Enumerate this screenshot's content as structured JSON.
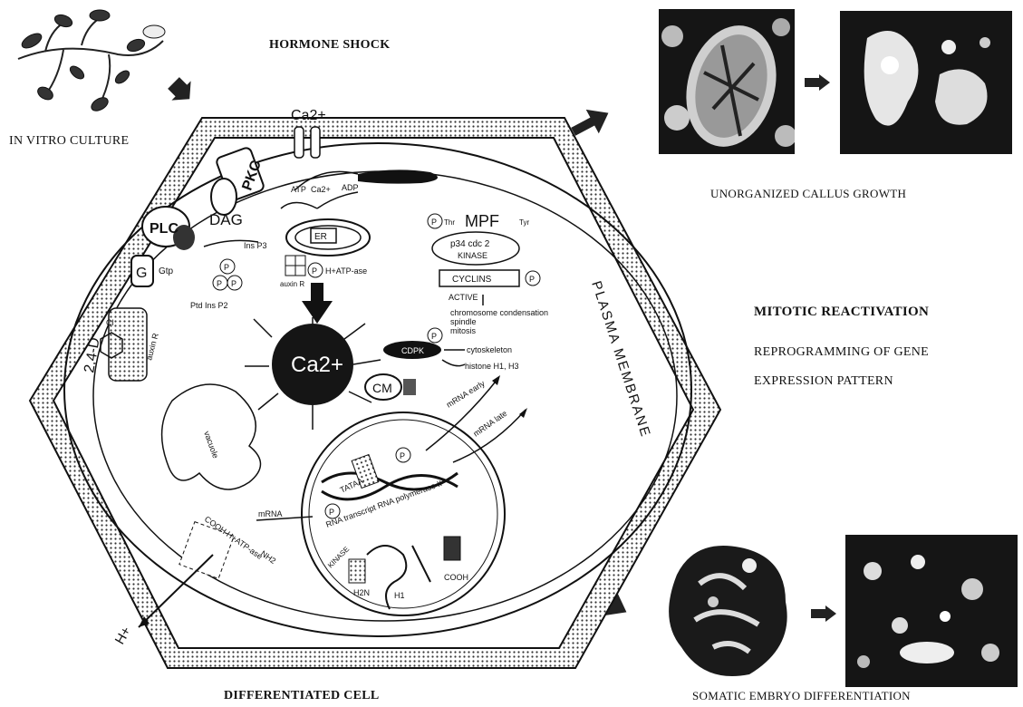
{
  "captions": {
    "in_vitro_culture": "IN VITRO CULTURE",
    "hormone_shock": "HORMONE SHOCK",
    "unorganized_callus_growth": "UNORGANIZED CALLUS GROWTH",
    "mitotic_reactivation": "MITOTIC REACTIVATION",
    "reprogramming_line1": "REPROGRAMMING OF GENE",
    "reprogramming_line2": "EXPRESSION PATTERN",
    "differentiated_cell": "DIFFERENTIATED CELL",
    "somatic_embryo": "SOMATIC EMBRYO DIFFERENTIATION"
  },
  "cell": {
    "plasma_membrane": "PLASMA MEMBRANE",
    "ca_top": "Ca2+",
    "pkc": "PKC",
    "dag": "DAG",
    "plc": "PLC",
    "g": "G",
    "gtp": "Gtp",
    "auxin_r_left": "auxin R",
    "auxin_r_mid": "auxin R",
    "d24": "2,4-D",
    "cl": "Cl",
    "ptd_ins": "Ptd Ins P2",
    "ins": "Ins P3",
    "atp": "ATP",
    "ca2_small": "Ca2+",
    "adp": "ADP",
    "er": "ER",
    "h_atpase": "H+ATP-ase",
    "p": "P",
    "mpf": "MPF",
    "thr": "Thr",
    "tyr": "Tyr",
    "p34": "p34 cdc 2",
    "kinase": "KINASE",
    "cyclins": "CYCLINS",
    "active": "ACTIVE",
    "chromosome": "chromosome condensation",
    "spindle": "spindle",
    "mitosis": "mitosis",
    "ca_center": "Ca2+",
    "cdpk": "CDPK",
    "cytoskeleton": "cytoskeleton",
    "histone": "histone H1, H3",
    "cm": "CM",
    "mrna_early": "mRNA early",
    "mrna_late": "mRNA late",
    "vacuole": "vacuole",
    "tataa": "TATAA",
    "rna_poly": "RNA transcript RNA polymerase II",
    "mrna": "mRNA",
    "kinase_nuc": "KINASE",
    "cooh": "COOH",
    "h2n": "H2N",
    "h1": "H1",
    "h_atpase_bottom": "COOH H+ATP-ase",
    "nh2": "NH2",
    "hplus": "H+"
  }
}
